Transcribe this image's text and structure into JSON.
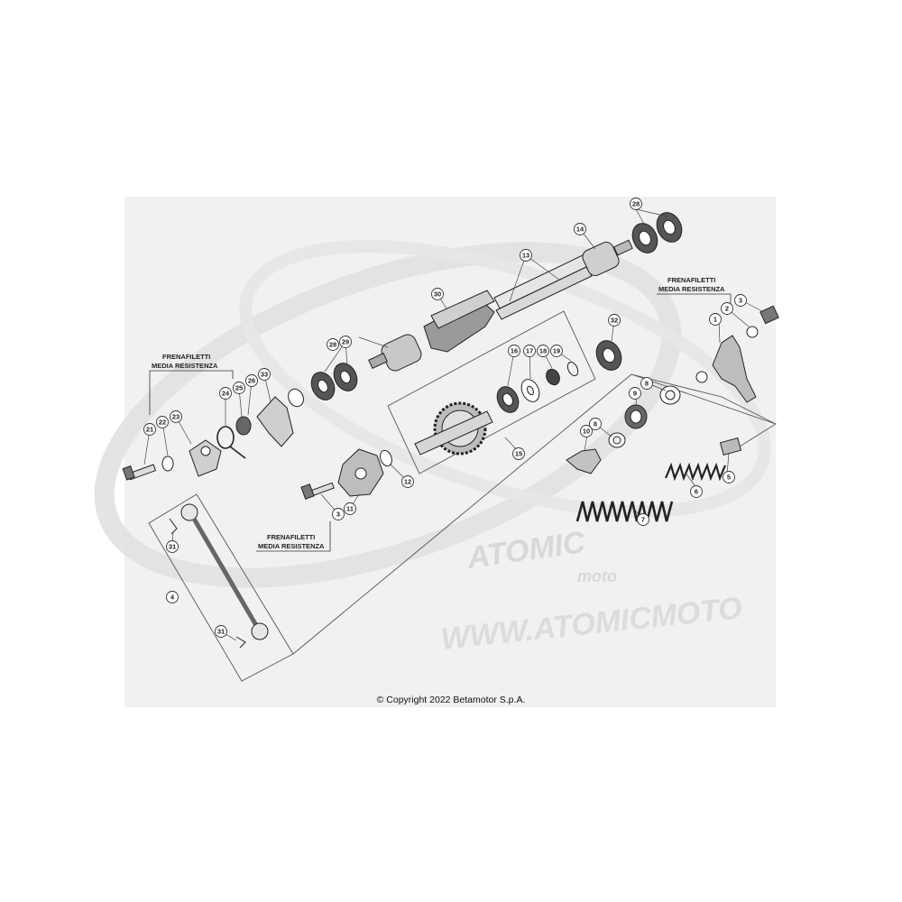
{
  "diagram": {
    "notes": [
      {
        "id": "note-right",
        "line1": "FRENAFILETTI",
        "line2": "MEDIA RESISTENZA"
      },
      {
        "id": "note-left",
        "line1": "FRENAFILETTI",
        "line2": "MEDIA RESISTENZA"
      },
      {
        "id": "note-bottom",
        "line1": "FRENAFILETTI",
        "line2": "MEDIA RESISTENZA"
      }
    ],
    "callouts": [
      "28",
      "14",
      "13",
      "30",
      "29",
      "28",
      "32",
      "16",
      "17",
      "18",
      "19",
      "1",
      "2",
      "3",
      "9",
      "8",
      "8",
      "10",
      "6",
      "7",
      "5",
      "15",
      "12",
      "11",
      "3",
      "33",
      "26",
      "25",
      "24",
      "23",
      "22",
      "21",
      "31",
      "4",
      "31"
    ],
    "watermark": {
      "brand": "ATOMIC",
      "sub": "moto",
      "url": "WWW.ATOMICMOTO"
    },
    "copyright": "© Copyright 2022 Betamotor S.p.A.",
    "colors": {
      "panel": "#f1f1f1",
      "ink": "#222222",
      "watermark": "#dcdcdc",
      "part": "#3a3a3a"
    }
  }
}
